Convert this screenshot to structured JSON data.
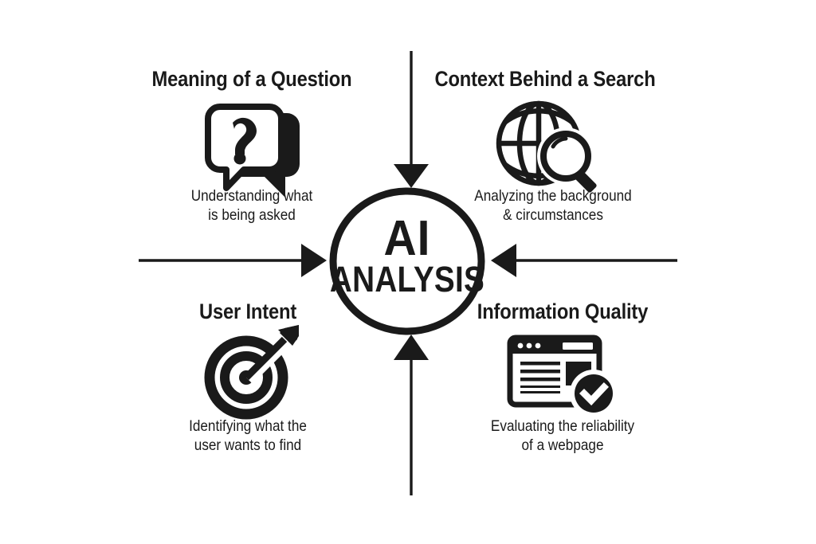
{
  "diagram": {
    "type": "radial-hub-and-spoke",
    "background_color": "#ffffff",
    "ink_color": "#1a1a1a",
    "center": {
      "primary_label": "AI",
      "secondary_label": "ANALYSIS",
      "shape": "ellipse"
    },
    "quadrants": [
      {
        "id": "meaning-of-a-question",
        "position": "top-left",
        "title": "Meaning of a Question",
        "description_line_1": "Understanding what",
        "description_line_2": "is being asked",
        "icon": "speech-bubbles-question-icon"
      },
      {
        "id": "context-behind-a-search",
        "position": "top-right",
        "title": "Context Behind a Search",
        "description_line_1": "Analyzing the background",
        "description_line_2": "& circumstances",
        "icon": "globe-magnifier-icon"
      },
      {
        "id": "user-intent",
        "position": "bottom-left",
        "title": "User Intent",
        "description_line_1": "Identifying what the",
        "description_line_2": "user wants to find",
        "icon": "target-arrow-icon"
      },
      {
        "id": "information-quality",
        "position": "bottom-right",
        "title": "Information Quality",
        "description_line_1": "Evaluating the reliability",
        "description_line_2": "of a webpage",
        "icon": "webpage-verified-icon"
      }
    ],
    "arrows": [
      {
        "id": "arrow-top",
        "direction": "down",
        "points_to": "center"
      },
      {
        "id": "arrow-left",
        "direction": "right",
        "points_to": "center"
      },
      {
        "id": "arrow-right",
        "direction": "left",
        "points_to": "center"
      },
      {
        "id": "arrow-bottom",
        "direction": "up",
        "points_to": "center"
      }
    ]
  }
}
